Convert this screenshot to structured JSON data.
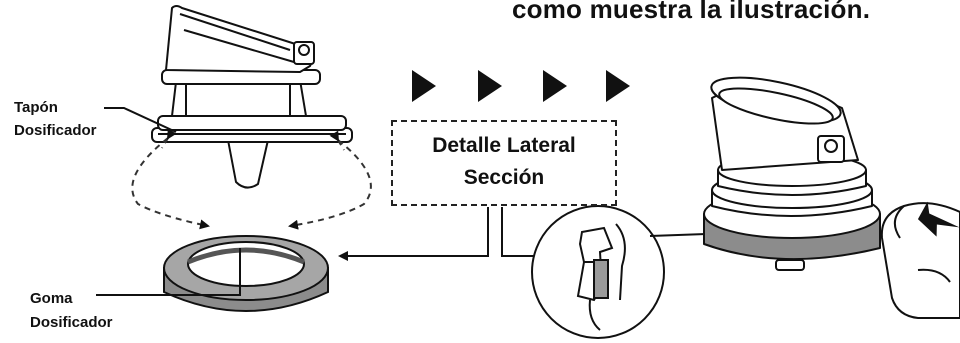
{
  "title": "como muestra la ilustración.",
  "labels": {
    "tapon_line1": "Tapón",
    "tapon_line2": "Dosificador",
    "goma_line1": "Goma",
    "goma_line2": "Dosificador"
  },
  "detail_box": {
    "line1": "Detalle Lateral",
    "line2": "Sección"
  },
  "icons": [
    "play-arrow-icon",
    "play-arrow-icon",
    "play-arrow-icon",
    "play-arrow-icon",
    "push-arrow-icon"
  ],
  "colors": {
    "ink": "#111111",
    "gasket_gray": "#9a9a9a",
    "gasket_band": "#8c8c8c",
    "background": "#ffffff"
  }
}
